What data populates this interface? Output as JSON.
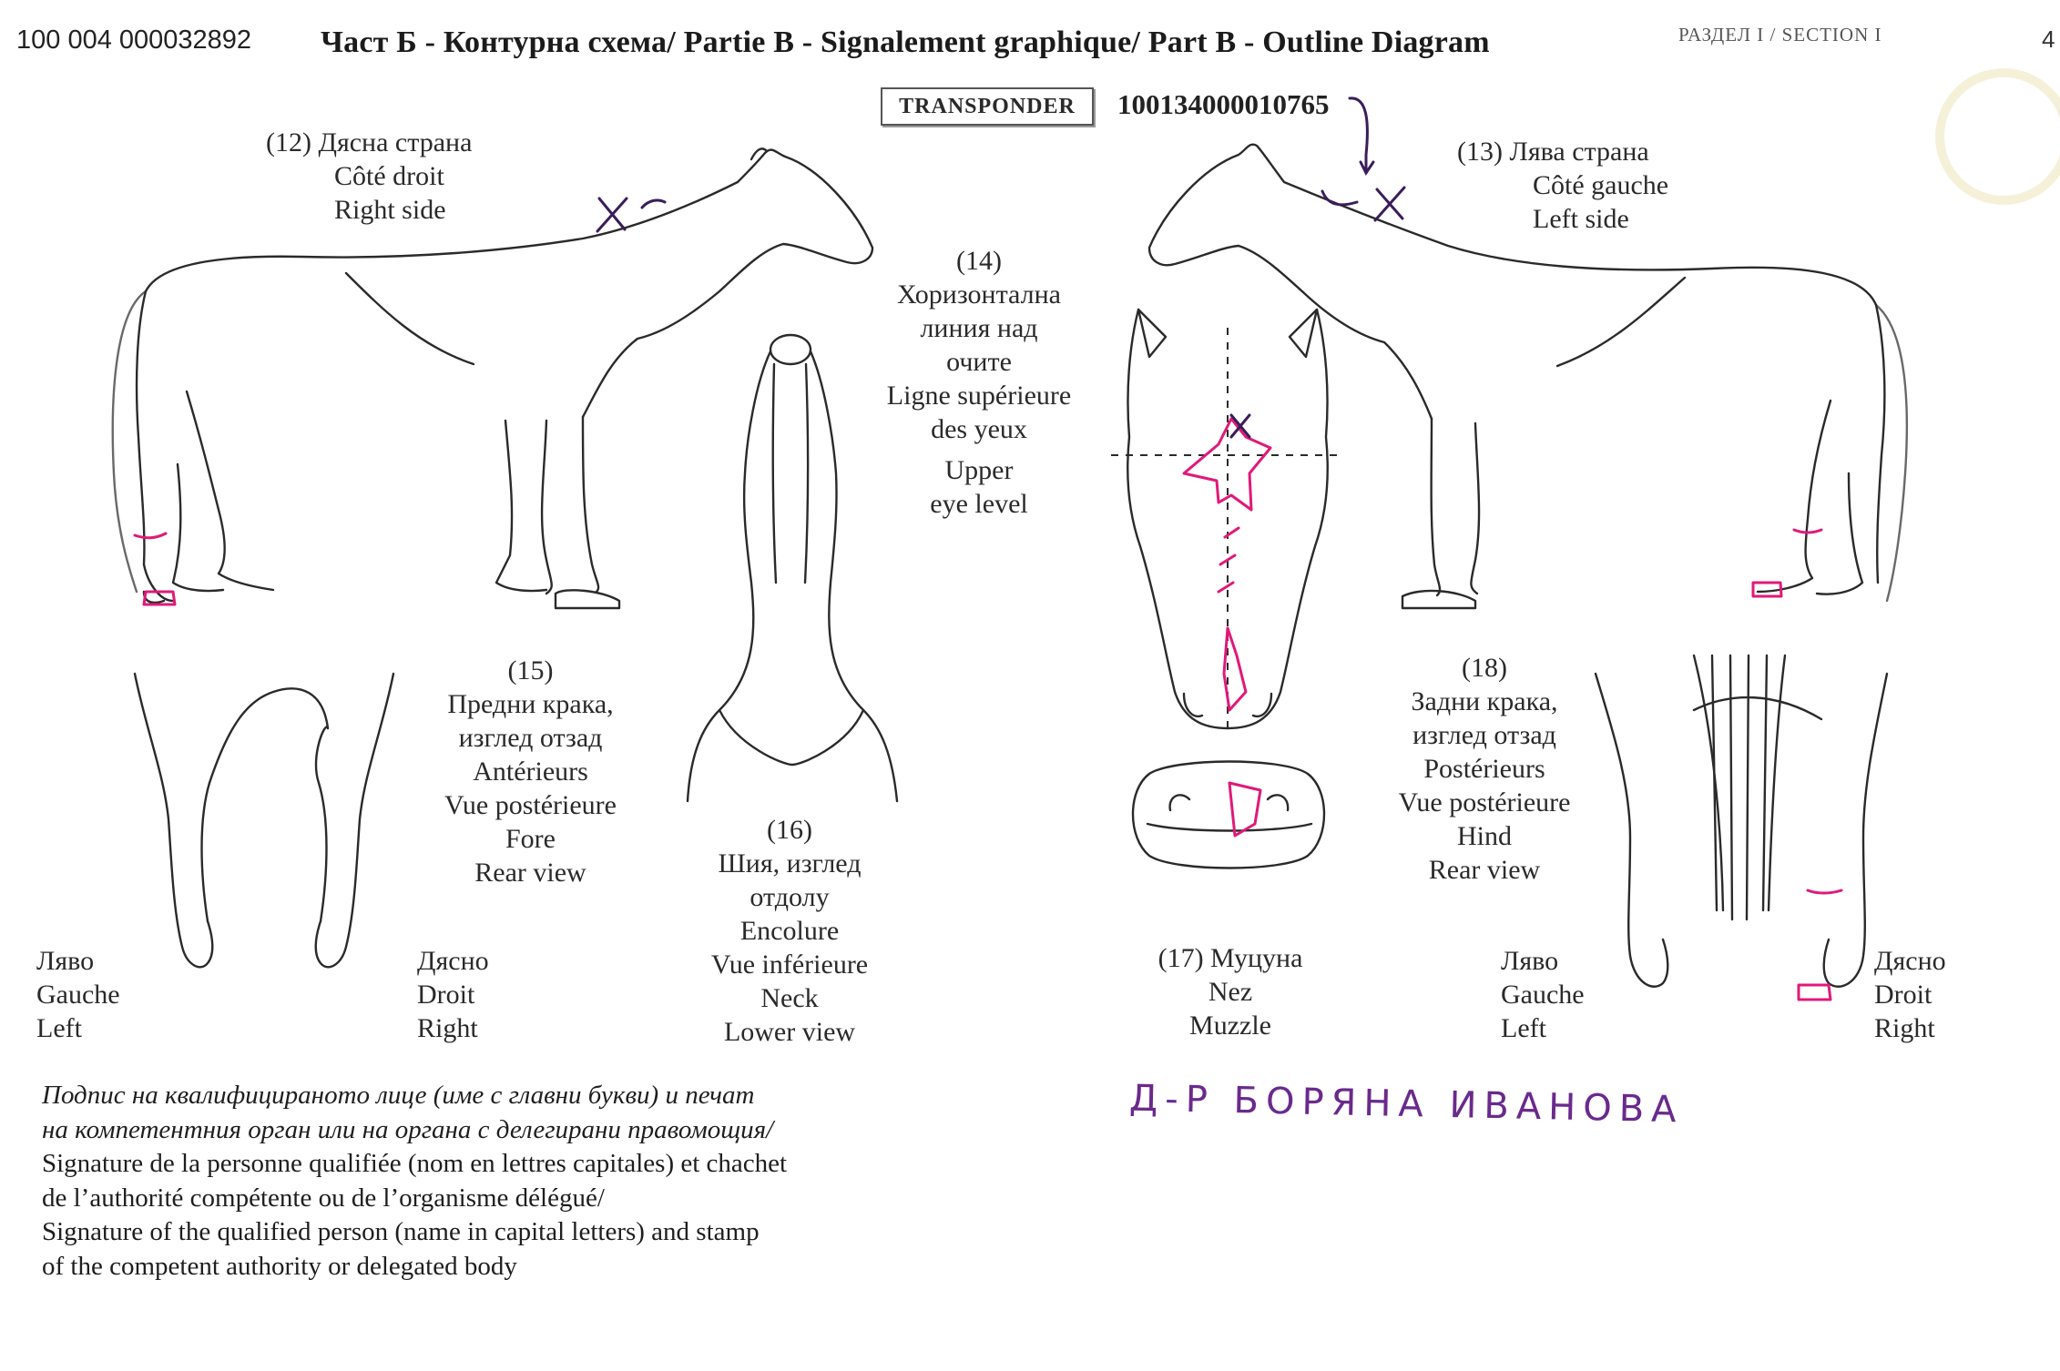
{
  "header": {
    "document_number": "100 004 000032892",
    "title": "Част Б - Контурна схема/ Partie B - Signalement graphique/ Part B - Outline Diagram",
    "section_label": "РАЗДЕЛ I / SECTION I",
    "page_number": "4"
  },
  "transponder": {
    "label": "TRANSPONDER",
    "number": "100134000010765"
  },
  "views": {
    "right_side": [
      "(12)  Дясна страна",
      "Côté droit",
      "Right side"
    ],
    "left_side": [
      "(13)  Лява страна",
      "Côté gauche",
      "Left side"
    ],
    "eye_level": [
      "(14)",
      "Хоризонтална",
      "линия над",
      "очите",
      "Ligne supérieure",
      "des yeux",
      "Upper",
      "eye level"
    ],
    "forelegs": [
      "(15)",
      "Предни крака,",
      "изглед отзад",
      "Antérieurs",
      "Vue postérieure",
      "Fore",
      "Rear view"
    ],
    "neck": [
      "(16)",
      "Шия, изглед",
      "отдолу",
      "Encolure",
      "Vue inférieure",
      "Neck",
      "Lower view"
    ],
    "muzzle": [
      "(17) Муцуна",
      "Nez",
      "Muzzle"
    ],
    "hindlegs": [
      "(18)",
      "Задни крака,",
      "изглед отзад",
      "Postérieurs",
      "Vue postérieure",
      "Hind",
      "Rear view"
    ],
    "fore_left": [
      "Ляво",
      "Gauche",
      "Left"
    ],
    "fore_right": [
      "Дясно",
      "Droit",
      "Right"
    ],
    "hind_left": [
      "Ляво",
      "Gauche",
      "Left"
    ],
    "hind_right": [
      "Дясно",
      "Droit",
      "Right"
    ]
  },
  "signature": {
    "caption_italic": [
      "Подпис на квалифицираното лице (име с главни букви) и печат",
      "на компетентния орган или на органа с делегирани правомощия/"
    ],
    "caption_plain": [
      "Signature de la personne qualifiée (nom en lettres capitales) et chachet",
      "de l’authorité compétente ou de l’organisme délégué/",
      "Signature of the qualified person (name in capital letters) and stamp",
      "of the competent authority or delegated body"
    ],
    "handwritten_name": "Д-Р БОРЯНА ИВАНОВА"
  },
  "colors": {
    "ink": "#2a2a2a",
    "marking_pink": "#e0197a",
    "handwriting": "#6a2a8c"
  }
}
